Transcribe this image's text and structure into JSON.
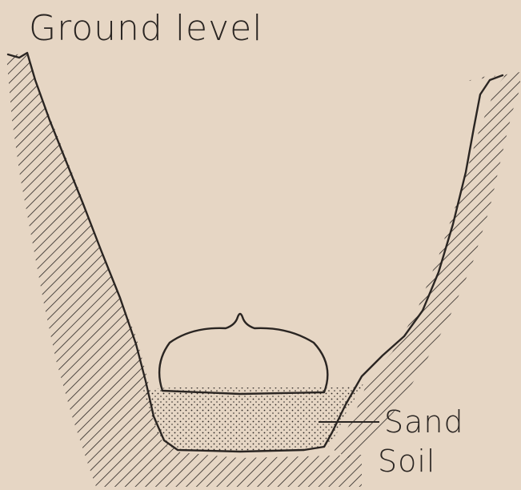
{
  "labels": {
    "ground_level": "Ground level",
    "sand": "Sand",
    "soil": "Soil"
  },
  "colors": {
    "paper": "#e6d6c4",
    "ink": "#2a2522"
  }
}
